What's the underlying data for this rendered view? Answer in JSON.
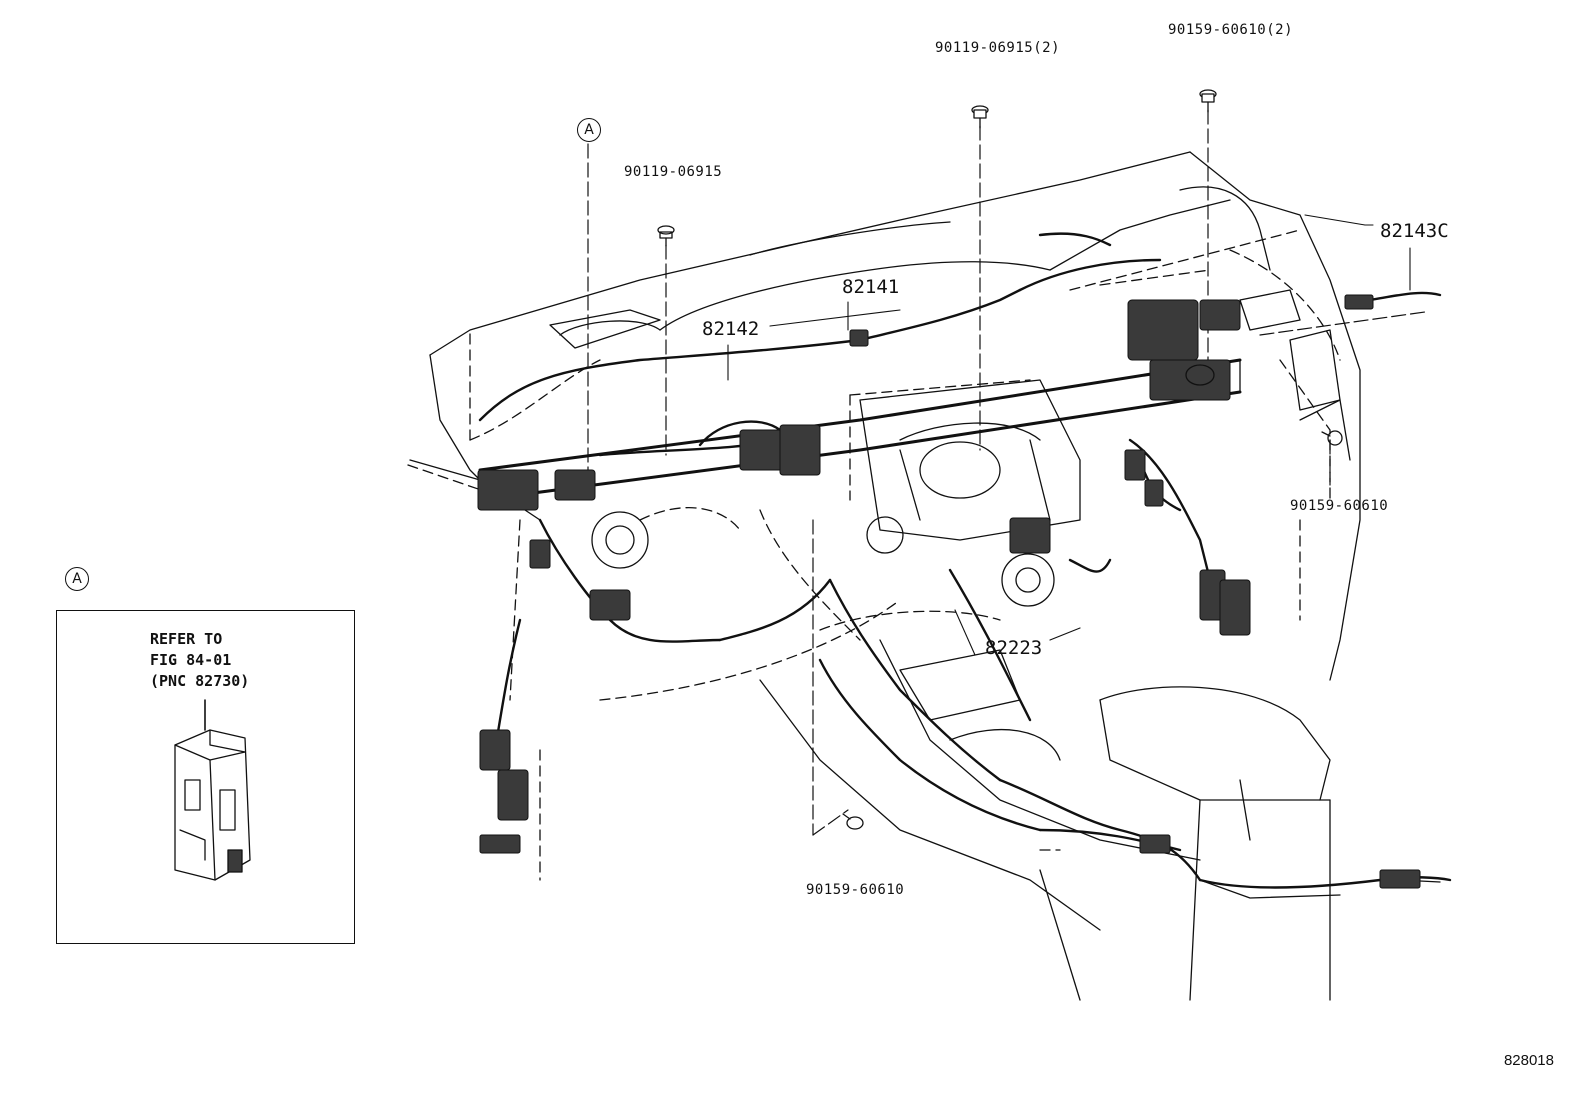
{
  "callout_letter": "A",
  "part_labels": {
    "harness_82143C": "82143C",
    "harness_82141": "82141",
    "harness_82142": "82142",
    "harness_82223": "82223",
    "bolt_top_left": "90119-06915",
    "bolt_top_center": "90119-06915(2)",
    "screw_top_right": "90159-60610(2)",
    "screw_right": "90159-60610",
    "screw_bottom": "90159-60610"
  },
  "reference_box": {
    "line1": "REFER TO",
    "line2": "FIG 84-01",
    "line3": "(PNC 82730)"
  },
  "figure_number": "828018"
}
